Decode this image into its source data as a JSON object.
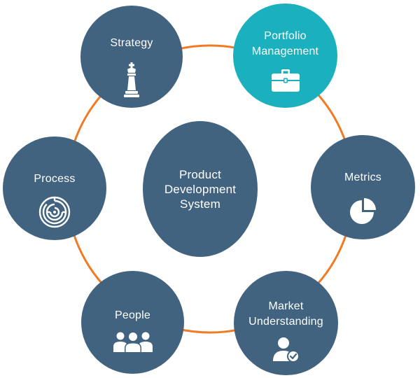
{
  "colors": {
    "node_fill": "#41637f",
    "highlight_fill": "#1ab0be",
    "ring_stroke": "#f07b24",
    "icon_fill": "#ffffff"
  },
  "center": {
    "label": "Product\nDevelopment\nSystem"
  },
  "nodes": [
    {
      "id": "strategy",
      "label": "Strategy",
      "icon": "chess-king-icon",
      "highlighted": false
    },
    {
      "id": "portfolio-management",
      "label": "Portfolio\nManagement",
      "icon": "briefcase-icon",
      "highlighted": true
    },
    {
      "id": "metrics",
      "label": "Metrics",
      "icon": "pie-chart-icon",
      "highlighted": false
    },
    {
      "id": "market-understanding",
      "label": "Market\nUnderstanding",
      "icon": "user-check-icon",
      "highlighted": false
    },
    {
      "id": "people",
      "label": "People",
      "icon": "people-group-icon",
      "highlighted": false
    },
    {
      "id": "process",
      "label": "Process",
      "icon": "maze-icon",
      "highlighted": false
    }
  ]
}
